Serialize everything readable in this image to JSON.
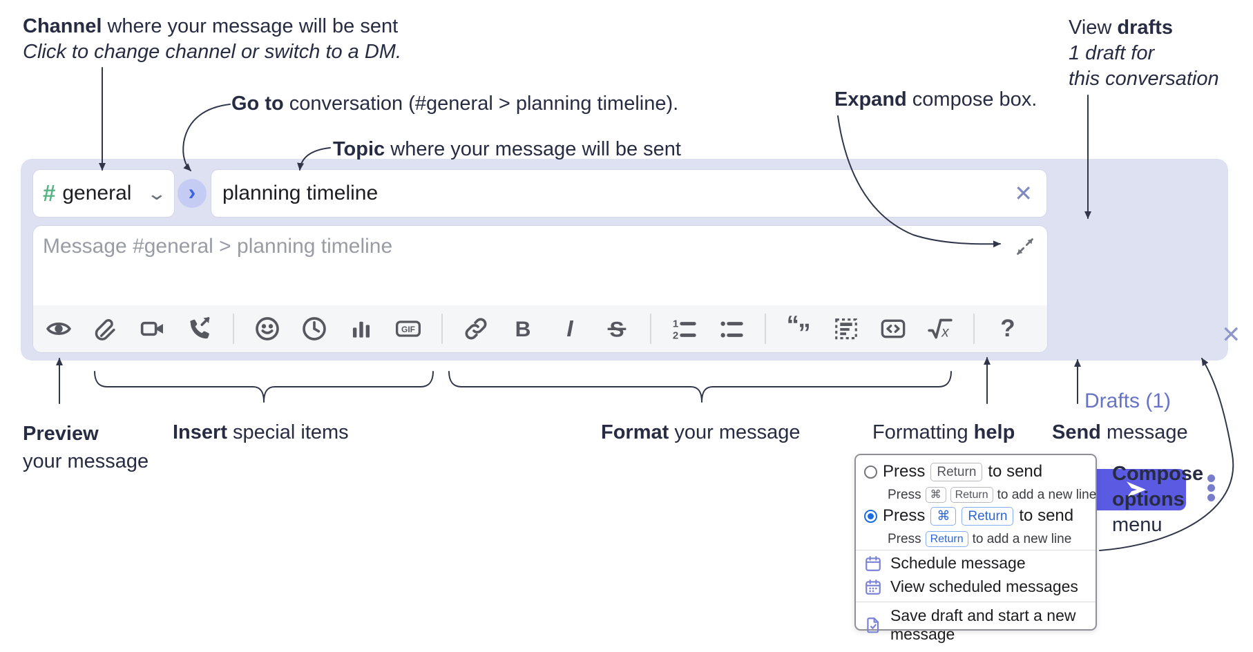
{
  "colors": {
    "annotation_text": "#272c42",
    "composer_background": "#dee1f2",
    "send_button": "#5b5ae3",
    "drafts_link": "#6673c7",
    "hash_green": "#56b484",
    "goto_blue": "#3c62e4",
    "radio_selected_blue": "#1b6ce3",
    "menu_icon_purple": "#7b82d6",
    "toolbar_icon_gray": "#56585f"
  },
  "annotations": {
    "channel": {
      "bold": "Channel",
      "rest": " where your message will be sent",
      "sub": "Click to change channel or switch to a DM."
    },
    "go_to": {
      "bold": "Go to",
      "rest": " conversation (#general > planning timeline)."
    },
    "topic": {
      "bold": "Topic",
      "rest": " where your message will be sent"
    },
    "expand": {
      "bold": "Expand",
      "rest": " compose box."
    },
    "view_drafts": {
      "pre": "View ",
      "bold": "drafts",
      "sub1": "1 draft for",
      "sub2": "this conversation"
    },
    "preview": {
      "bold": "Preview",
      "sub": "your message"
    },
    "insert": {
      "bold": "Insert",
      "rest": " special items"
    },
    "format": {
      "bold": "Format",
      "rest": " your message"
    },
    "formatting_help": {
      "pre": "Formatting ",
      "bold": "help"
    },
    "send": {
      "bold": "Send",
      "rest": " message"
    },
    "compose_options": {
      "bold1": "Compose",
      "bold2": "options",
      "rest": "menu"
    }
  },
  "composer": {
    "channel": {
      "hash": "#",
      "name": "general",
      "chevron": "⌄"
    },
    "go_button_glyph": "›",
    "topic_value": "planning timeline",
    "topic_clear_glyph": "✕",
    "message_placeholder": "Message #general > planning timeline",
    "drafts_link": "Drafts (1)",
    "close_glyph": "✕",
    "toolbar_glyphs": {
      "gif": "GIF",
      "bold": "B",
      "italic": "I",
      "strike": "S",
      "ol1": "1",
      "ol2": "2",
      "quote_open": "“",
      "quote_close": "”",
      "math_x": "x",
      "help": "?"
    }
  },
  "menu": {
    "keys": {
      "return": "Return",
      "cmd": "⌘"
    },
    "option1": {
      "press": "Press",
      "to_send": "to send",
      "sub_press": "Press",
      "sub_tail": "to add a new line"
    },
    "option2": {
      "press": "Press",
      "to_send": "to send",
      "sub_press": "Press",
      "sub_tail": "to add a new line"
    },
    "items": [
      {
        "label": "Schedule message"
      },
      {
        "label": "View scheduled messages"
      },
      {
        "label": "Save draft and start a new message"
      }
    ]
  }
}
